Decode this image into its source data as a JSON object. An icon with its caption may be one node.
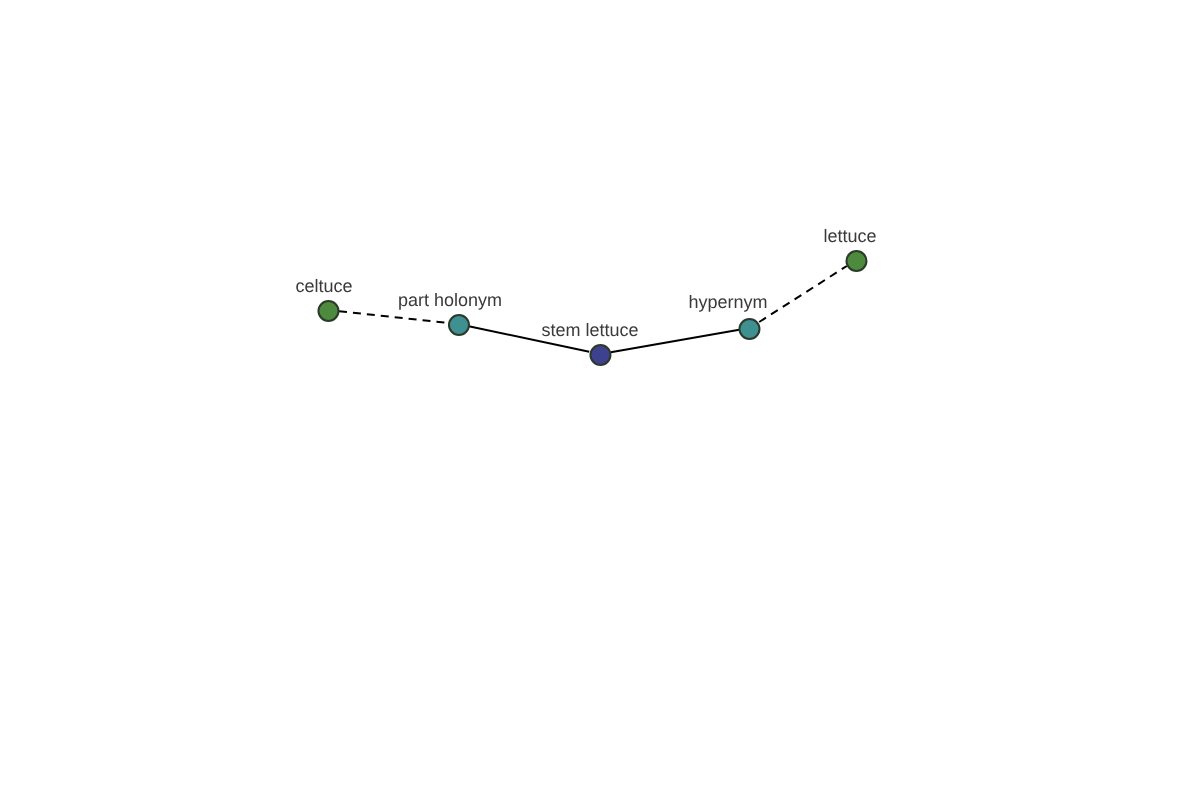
{
  "diagram": {
    "nodes": [
      {
        "text": [
          "celtuce"
        ]
      },
      {
        "text": [
          "part holonym"
        ]
      },
      {
        "text": [
          "stem lettuce"
        ]
      },
      {
        "text": [
          "hypernym"
        ]
      },
      {
        "text": [
          "lettuce"
        ]
      }
    ],
    "edges": [
      {
        "from": 0,
        "to": 1,
        "arrow": "none",
        "style": "dashed"
      },
      {
        "from": 1,
        "to": 2,
        "arrow": "none"
      },
      {
        "from": 2,
        "to": 3,
        "arrow": "none"
      },
      {
        "from": 3,
        "to": 4,
        "arrow": "none",
        "style": "dashed"
      }
    ]
  }
}
